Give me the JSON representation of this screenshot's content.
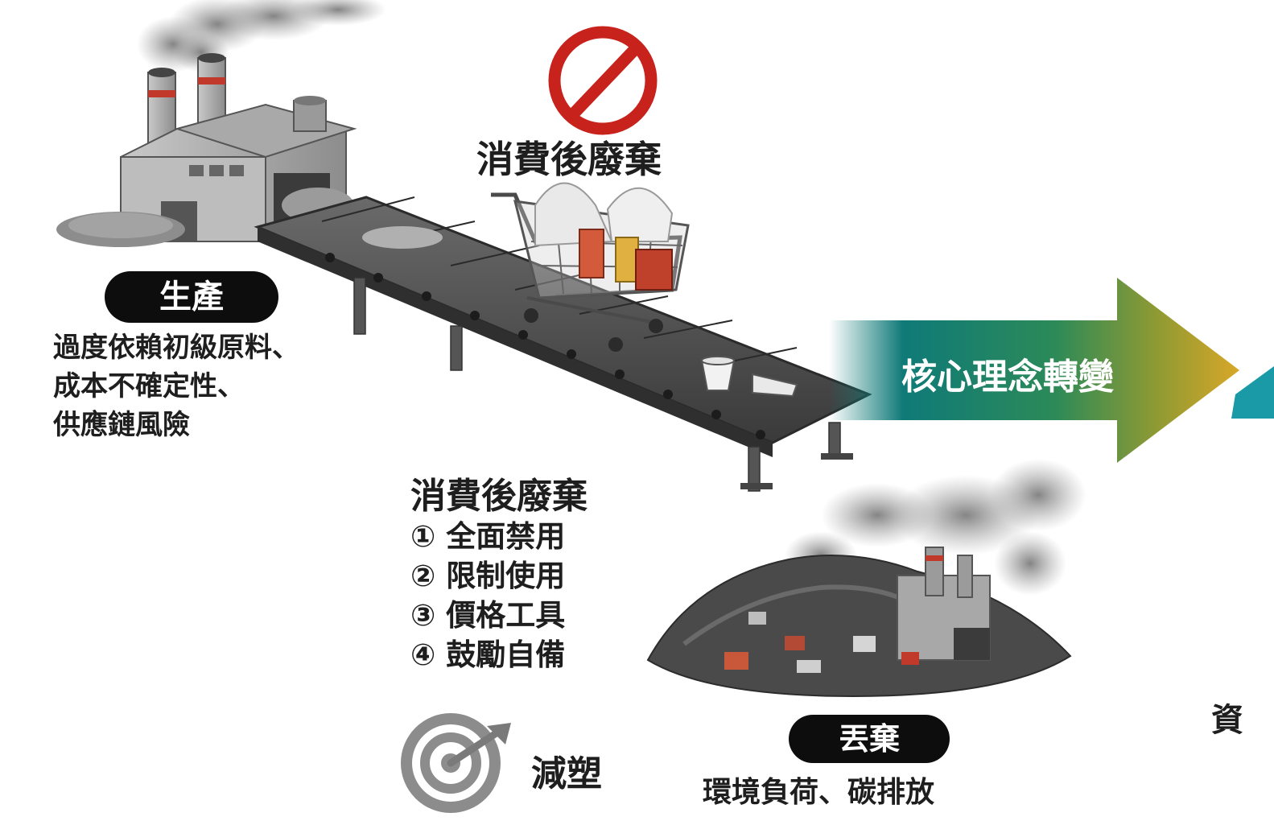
{
  "top_label": "消費後廢棄",
  "production": {
    "badge": "生產",
    "lines": [
      "過度依賴初級原料、",
      "成本不確定性、",
      "供應鏈風險"
    ]
  },
  "arrow": {
    "label": "核心理念轉變"
  },
  "measures": {
    "title": "消費後廢棄",
    "items": [
      "① 全面禁用",
      "② 限制使用",
      "③ 價格工具",
      "④ 鼓勵自備"
    ]
  },
  "goal": {
    "label": "減塑"
  },
  "disposal": {
    "badge": "丟棄",
    "caption": "環境負荷、碳排放"
  },
  "edge_text": "資",
  "colors": {
    "no_sign": "#c8221c",
    "arrow_start": "#0f7a78",
    "arrow_end": "#d8a728",
    "pill": "#0d0d0d"
  },
  "icons": [
    "factory-icon",
    "conveyor-belt-icon",
    "shopping-cart-icon",
    "no-sign-icon",
    "target-icon",
    "landfill-icon",
    "smoke-icon"
  ]
}
